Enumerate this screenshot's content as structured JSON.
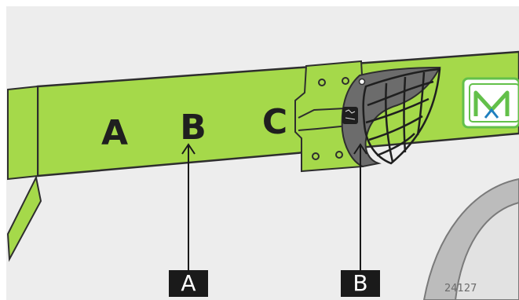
{
  "arm_labels": [
    "A",
    "B",
    "C"
  ],
  "callouts": [
    {
      "label": "A"
    },
    {
      "label": "B"
    }
  ],
  "figure_number": "24127",
  "colors": {
    "background": "#ededed",
    "arm_green": "#a5d94a",
    "outline": "#2e2e2e",
    "bracket_grey": "#6c6c6c",
    "logo_green": "#63c04a",
    "callout_box": "#1a1a1a"
  }
}
